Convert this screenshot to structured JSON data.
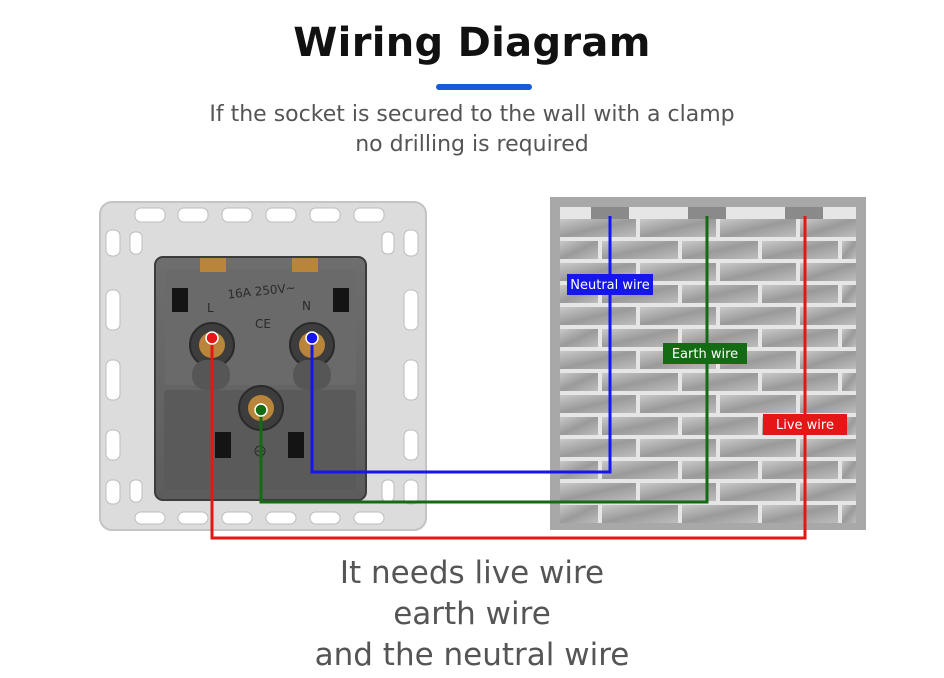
{
  "header": {
    "title": "Wiring Diagram",
    "subtitle_line1": "If the socket is secured to the wall with a clamp",
    "subtitle_line2": "no drilling is required"
  },
  "socket": {
    "rating": "16A 250V~",
    "live_terminal": "L",
    "neutral_terminal": "N",
    "ce_mark": "CE"
  },
  "wires": {
    "neutral": {
      "label": "Neutral wire",
      "color": "#1515ee"
    },
    "earth": {
      "label": "Earth wire",
      "color": "#136b13"
    },
    "live": {
      "label": "Live wire",
      "color": "#e51616"
    }
  },
  "footer": {
    "line1": "It needs live wire",
    "line2": "earth wire",
    "line3": "and the neutral wire"
  }
}
